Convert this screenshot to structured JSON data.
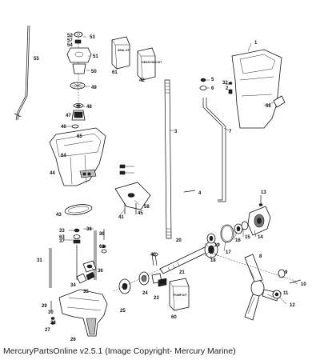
{
  "caption": "MercuryPartsOnline v2.5.1 (Image Copyright- Mercury Marine)",
  "kits": {
    "k61": "SEAL KIT",
    "k42": "GEAR HSG KIT",
    "k60": "PUMP KIT"
  },
  "callouts": [
    "1",
    "2",
    "3",
    "4",
    "5",
    "6",
    "7",
    "8",
    "9",
    "10",
    "11",
    "12",
    "13",
    "14",
    "15",
    "16",
    "17",
    "18",
    "19",
    "20",
    "21",
    "22",
    "23",
    "24",
    "25",
    "26",
    "27",
    "28",
    "29",
    "30",
    "31",
    "32",
    "33",
    "34",
    "35",
    "36",
    "37",
    "38",
    "39",
    "40",
    "41",
    "42",
    "43",
    "44",
    "45",
    "46",
    "47",
    "48",
    "49",
    "50",
    "51",
    "52",
    "53",
    "54",
    "55",
    "56",
    "57",
    "58",
    "60",
    "61",
    "62",
    "63",
    "64",
    "65"
  ]
}
